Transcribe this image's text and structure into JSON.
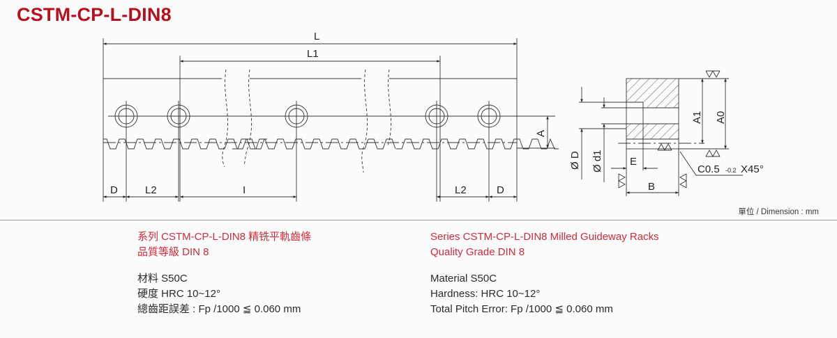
{
  "header": {
    "title": "CSTM-CP-L-DIN8"
  },
  "drawing": {
    "front_view": {
      "dimensions": {
        "L": "L",
        "L1": "L1",
        "A": "A",
        "D_left": "D",
        "L2_left": "L2",
        "I": "I",
        "L2_right": "L2",
        "D_right": "D"
      }
    },
    "section_view": {
      "dimensions": {
        "A1": "A1",
        "A0": "A0",
        "OD": "Ø D",
        "Od1": "Ø d1",
        "E": "E",
        "B": "B",
        "chamfer_main": "C0.5",
        "chamfer_tol": "-0.2",
        "chamfer_angle": "X45°"
      }
    },
    "unit_label": "單位 / Dimension : mm"
  },
  "specs_zh": {
    "series": "系列 CSTM-CP-L-DIN8 精铣平軌齒條",
    "grade": "品質等級 DIN 8",
    "material": "材料 S50C",
    "hardness": "硬度 HRC 10~12°",
    "pitch_error": "總齒距誤差 : Fp /1000 ≦ 0.060 mm"
  },
  "specs_en": {
    "series": "Series CSTM-CP-L-DIN8 Milled Guideway Racks",
    "grade": "Quality Grade DIN 8",
    "material": "Material S50C",
    "hardness": "Hardness: HRC 10~12°",
    "pitch_error": "Total Pitch Error: Fp /1000 ≦ 0.060 mm"
  },
  "colors": {
    "title": "#b5101c",
    "accent_text": "#d42a37",
    "line": "#333333"
  }
}
